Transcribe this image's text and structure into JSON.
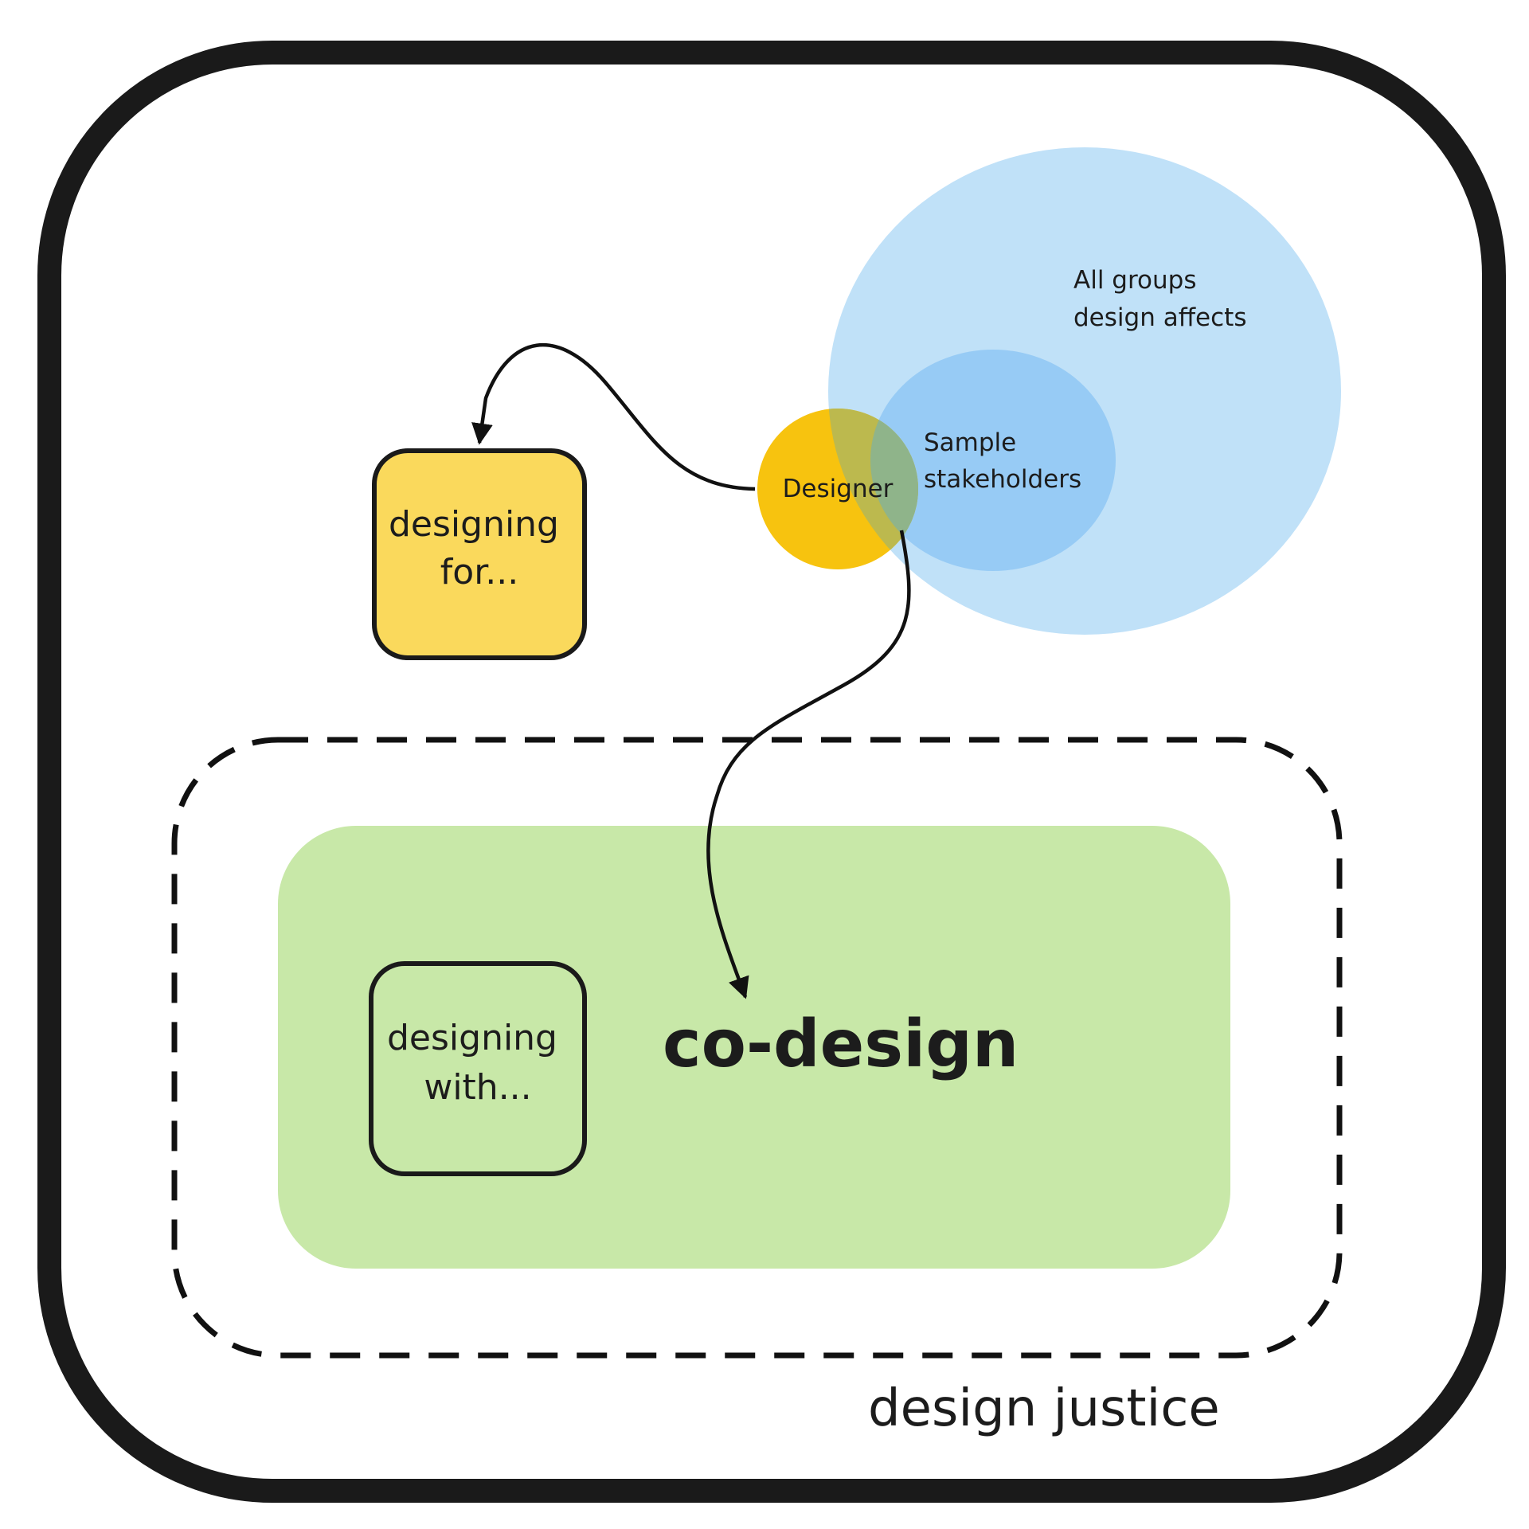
{
  "colors": {
    "frame": "#1a1a1a",
    "designer_circle": "#f7c30f",
    "all_groups_ellipse": "#c0e1f8",
    "sample_ellipse": "#97cbf5",
    "overlap": "#8fb48a",
    "designing_for_box": "#fad95c",
    "co_design_area": "#c8e8a8"
  },
  "labels": {
    "all_groups": [
      "All groups",
      "design affects"
    ],
    "sample_stakeholders": [
      "Sample",
      "stakeholders"
    ],
    "designer": "Designer",
    "designing_for": [
      "designing",
      "for..."
    ],
    "designing_with": [
      "designing",
      "with..."
    ],
    "co_design": "co-design",
    "design_justice": "design justice"
  }
}
